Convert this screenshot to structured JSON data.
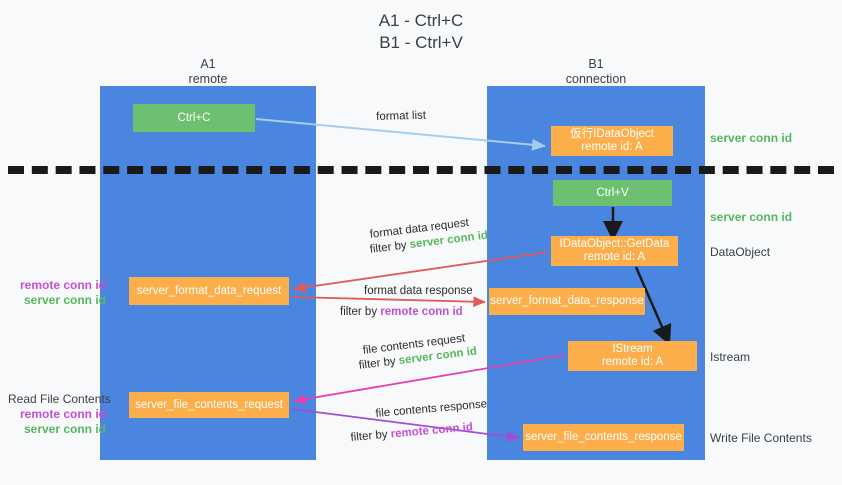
{
  "title": {
    "line1": "A1 - Ctrl+C",
    "line2": "B1 - Ctrl+V"
  },
  "lanes": [
    {
      "id": "a1",
      "name": "A1",
      "role": "remote",
      "color": "#4a86e0"
    },
    {
      "id": "b1",
      "name": "B1",
      "role": "connection",
      "color": "#4a86e0"
    }
  ],
  "colors": {
    "lane": "#4a86e0",
    "green_box": "#6cc070",
    "orange_box": "#fcae4b",
    "server_conn_id": "#57b65e",
    "remote_conn_id": "#c44fd4",
    "arrow_blue": "#a6ccf0",
    "arrow_red": "#e05a5a",
    "arrow_magenta": "#e33fb0",
    "arrow_purple": "#a04fd4",
    "arrow_black": "#1a1a1a",
    "background": "#f8f9fa",
    "text": "#3c4043"
  },
  "boxes": {
    "ctrl_c": {
      "label": "Ctrl+C",
      "kind": "green",
      "lane": "a1"
    },
    "idataobject": {
      "line1": "仮行IDataObject",
      "line2": "remote id: A",
      "kind": "orange",
      "lane": "b1"
    },
    "ctrl_v": {
      "label": "Ctrl+V",
      "kind": "green",
      "lane": "b1"
    },
    "getdata": {
      "line1": "IDataObject::GetData",
      "line2": "remote id: A",
      "kind": "orange",
      "lane": "b1"
    },
    "server_format_data_request": {
      "label": "server_format_data_request",
      "kind": "orange",
      "lane": "a1"
    },
    "server_format_data_response": {
      "label": "server_format_data_response",
      "kind": "orange",
      "lane": "b1"
    },
    "istream": {
      "line1": "IStream",
      "line2": "remote id: A",
      "kind": "orange",
      "lane": "b1"
    },
    "server_file_contents_request": {
      "label": "server_file_contents_request",
      "kind": "orange",
      "lane": "a1"
    },
    "server_file_contents_response": {
      "label": "server_file_contents_response",
      "kind": "orange",
      "lane": "b1"
    }
  },
  "edge_labels": {
    "format_list": "format list",
    "format_data_request": "format data request",
    "format_data_request_filter_prefix": "filter by ",
    "format_data_request_filter_value": "server conn id",
    "format_data_response": "format data response",
    "format_data_response_filter_prefix": "filter by ",
    "format_data_response_filter_value": "remote conn id",
    "file_contents_request": "file contents request",
    "file_contents_request_filter_prefix": "filter by ",
    "file_contents_request_filter_value": "server conn id",
    "file_contents_response": "file contents response",
    "file_contents_response_filter_prefix": "filter by ",
    "file_contents_response_filter_value": "remote conn id"
  },
  "right_notes": {
    "server_conn_id_top": "server conn id",
    "server_conn_id_mid": "server conn id",
    "dataobject": "DataObject",
    "istream": "Istream",
    "write_file_contents": "Write File Contents"
  },
  "left_notes": {
    "block1_remote": "remote conn id",
    "block1_server": "server conn id",
    "read_file_contents": "Read File Contents",
    "block2_remote": "remote conn id",
    "block2_server": "server conn id"
  }
}
